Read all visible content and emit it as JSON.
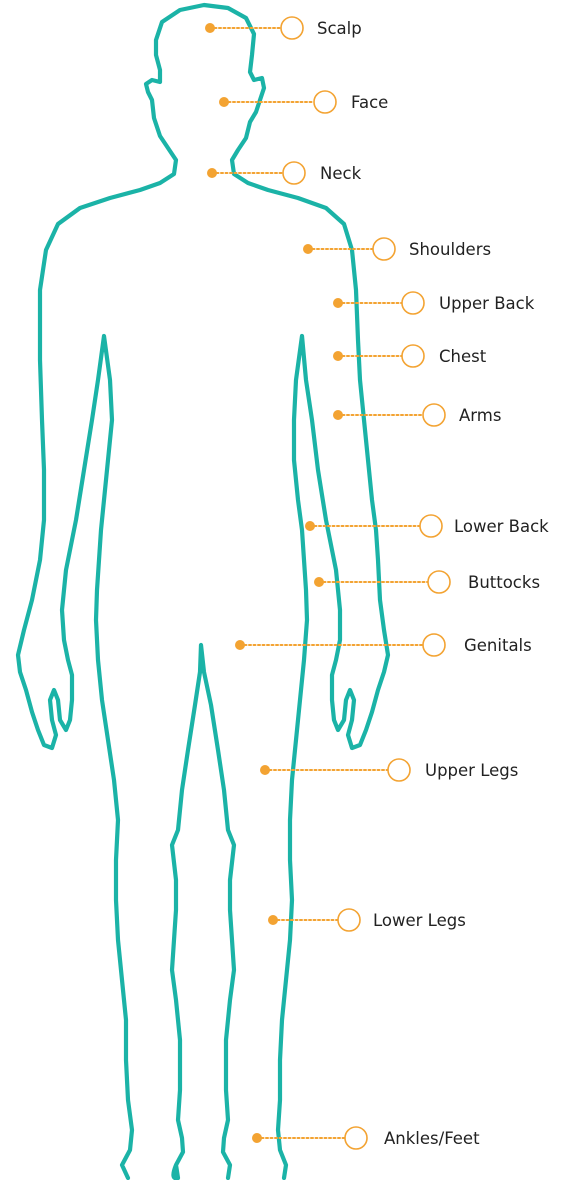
{
  "diagram": {
    "colors": {
      "outline": "#1bb3a7",
      "marker": "#f3a332",
      "label": "#222222",
      "background": "#ffffff"
    },
    "body_areas": [
      {
        "id": "scalp",
        "label": "Scalp"
      },
      {
        "id": "face",
        "label": "Face"
      },
      {
        "id": "neck",
        "label": "Neck"
      },
      {
        "id": "shoulders",
        "label": "Shoulders"
      },
      {
        "id": "upper-back",
        "label": "Upper Back"
      },
      {
        "id": "chest",
        "label": "Chest"
      },
      {
        "id": "arms",
        "label": "Arms"
      },
      {
        "id": "lower-back",
        "label": "Lower Back"
      },
      {
        "id": "buttocks",
        "label": "Buttocks"
      },
      {
        "id": "genitals",
        "label": "Genitals"
      },
      {
        "id": "upper-legs",
        "label": "Upper Legs"
      },
      {
        "id": "lower-legs",
        "label": "Lower Legs"
      },
      {
        "id": "ankles-feet",
        "label": "Ankles/Feet"
      }
    ]
  }
}
